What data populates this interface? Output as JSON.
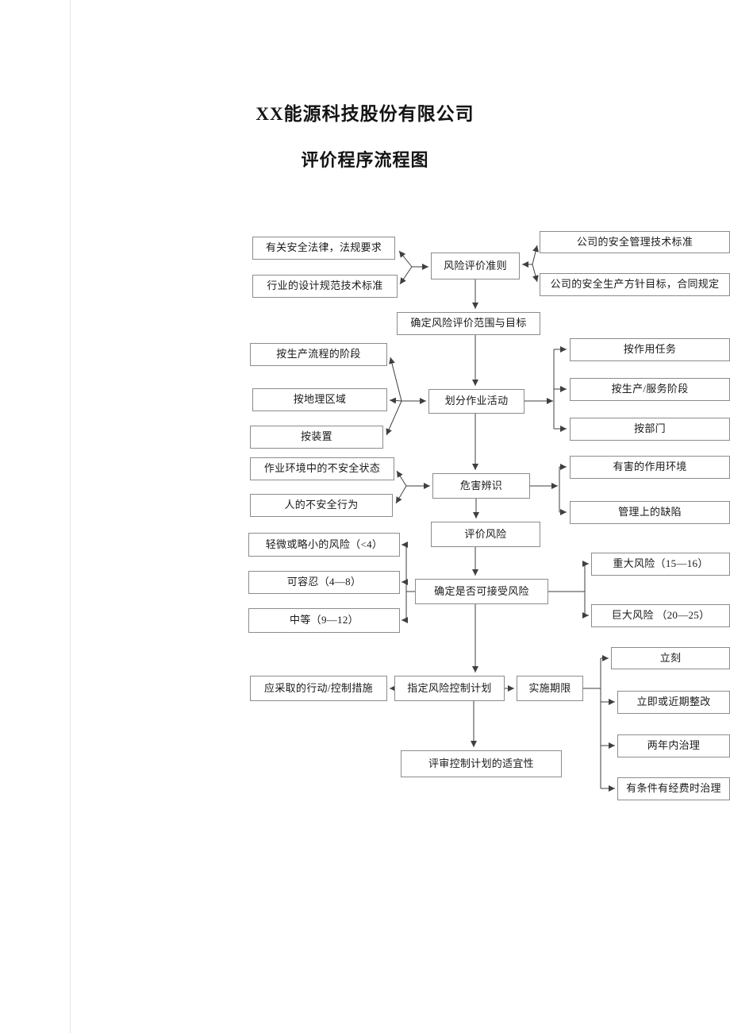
{
  "page": {
    "title": "XX能源科技股份有限公司",
    "subtitle": "评价程序流程图"
  },
  "flowchart": {
    "center": {
      "criteria": "风险评价准则",
      "scope": "确定风险评价范围与目标",
      "divide": "划分作业活动",
      "hazard": "危害辨识",
      "evaluate": "评价风险",
      "acceptable": "确定是否可接受风险",
      "plan": "指定风险控制计划",
      "deadline": "实施期限",
      "review": "评审控制计划的适宜性"
    },
    "left": {
      "laws": "有关安全法律，法规要求",
      "industry_standards": "行业的设计规范技术标准",
      "by_process_stage": "按生产流程的阶段",
      "by_region": "按地理区域",
      "by_device": "按装置",
      "unsafe_conditions": "作业环境中的不安全状态",
      "unsafe_behavior": "人的不安全行为",
      "slight_risk": "轻微或略小的风险（<4）",
      "tolerable_risk": "可容忍（4—8）",
      "medium_risk": "中等（9—12）",
      "actions": "应采取的行动/控制措施"
    },
    "right": {
      "company_standards": "公司的安全管理技术标准",
      "company_policy": "公司的安全生产方针目标，合同规定",
      "by_task": "按作用任务",
      "by_service_stage": "按生产/服务阶段",
      "by_department": "按部门",
      "harmful_env": "有害的作用环境",
      "management_defects": "管理上的缺陷",
      "major_risk": "重大风险（15—16）",
      "huge_risk": "巨大风险 （20—25）",
      "immediately": "立刻",
      "near_term": "立即或近期整改",
      "two_years": "两年内治理",
      "when_funded": "有条件有经费时治理"
    }
  },
  "colors": {
    "box_border": "#8c8c8c",
    "connector": "#3f3f3f",
    "text": "#1a1a1a",
    "background": "#ffffff"
  }
}
